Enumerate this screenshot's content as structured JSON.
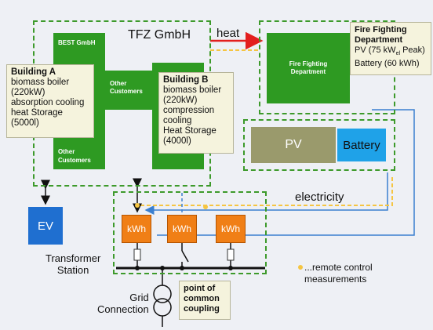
{
  "tfz": {
    "label": "TFZ GmbH"
  },
  "best": {
    "label": "BEST GmbH"
  },
  "other_customers_mid": {
    "label": "Other Customers"
  },
  "other_customers_bottom": {
    "label": "Other Customers"
  },
  "building_a": {
    "title": "Building A",
    "lines": [
      "biomass boiler",
      "(220kW)",
      "absorption cooling",
      "heat Storage",
      "(5000l)"
    ]
  },
  "building_b": {
    "title": "Building B",
    "lines": [
      "biomass boiler",
      "(220kW)",
      "compression",
      "cooling",
      "Heat Storage",
      "(4000l)"
    ]
  },
  "heat": {
    "label": "heat"
  },
  "fire_dept": {
    "inner_label": "Fire Fighting Department",
    "title": "Fire Fighting Department",
    "pv_line_prefix": "PV (75 kW",
    "pv_line_sub": "el",
    "pv_line_suffix": " Peak)",
    "battery_line": "Battery (60 kWh)"
  },
  "pv": {
    "label": "PV"
  },
  "battery": {
    "label": "Battery"
  },
  "electricity": {
    "label": "electricity"
  },
  "ev": {
    "label": "EV"
  },
  "meters": [
    "kWh",
    "kWh",
    "kWh"
  ],
  "transformer": {
    "line1": "Transformer",
    "line2": "Station"
  },
  "grid": {
    "line1": "Grid",
    "line2": "Connection"
  },
  "pcc": {
    "lines": [
      "point of",
      "common",
      "coupling"
    ]
  },
  "legend": {
    "line1": "...remote control",
    "line2": "measurements"
  },
  "colors": {
    "green": "#2e9a22",
    "dash": "#3d9a2b",
    "orange": "#f07f16",
    "blue": "#3a7fd0",
    "yellow": "#f5c542",
    "red": "#e31e1e",
    "pv": "#9a9a6c",
    "battery": "#1fa2e8",
    "ev": "#1f6fd0"
  }
}
